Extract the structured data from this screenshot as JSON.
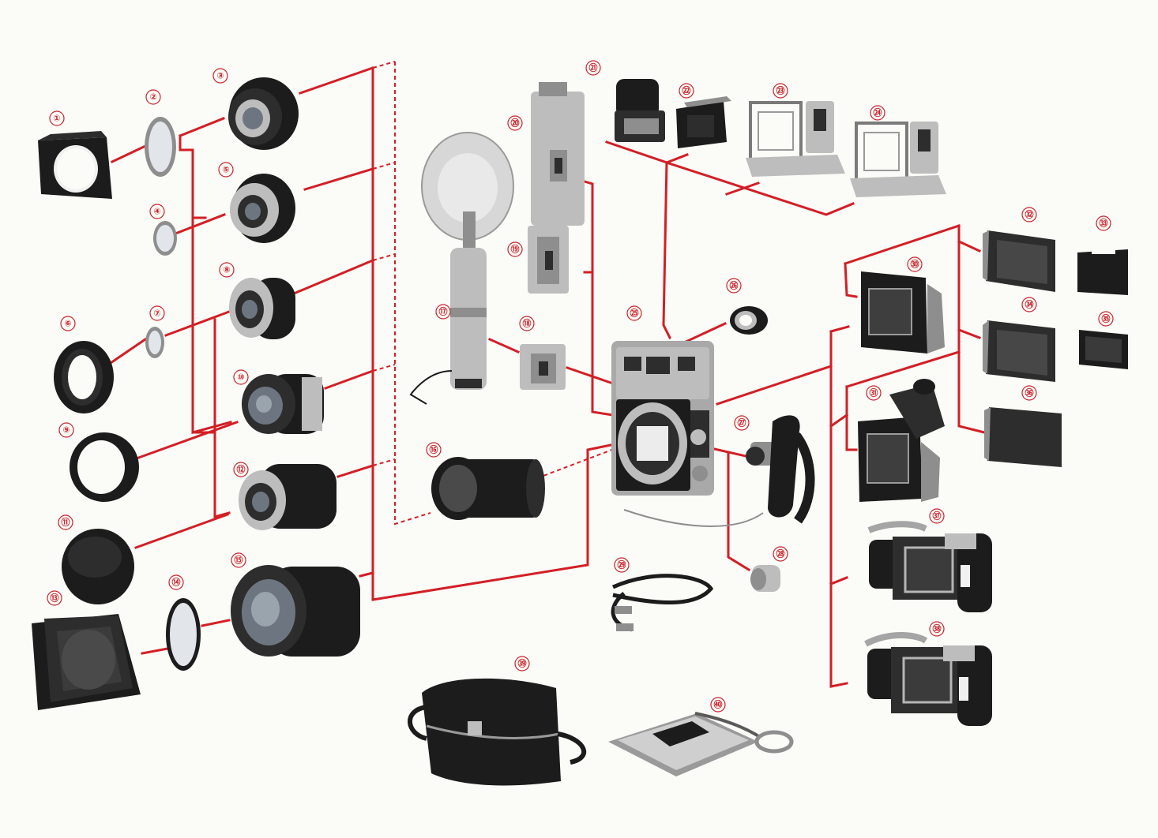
{
  "diagram": {
    "parts": [
      {
        "id": "1",
        "label": "①",
        "icon": "lens-hood-square"
      },
      {
        "id": "2",
        "label": "②",
        "icon": "filter-ring"
      },
      {
        "id": "3",
        "label": "③",
        "icon": "lens"
      },
      {
        "id": "4",
        "label": "④",
        "icon": "filter-ring"
      },
      {
        "id": "5",
        "label": "⑤",
        "icon": "lens"
      },
      {
        "id": "6",
        "label": "⑥",
        "icon": "lens-hood"
      },
      {
        "id": "7",
        "label": "⑦",
        "icon": "filter-ring"
      },
      {
        "id": "8",
        "label": "⑧",
        "icon": "lens"
      },
      {
        "id": "9",
        "label": "⑨",
        "icon": "lens-hood"
      },
      {
        "id": "10",
        "label": "⑩",
        "icon": "lens"
      },
      {
        "id": "11",
        "label": "⑪",
        "icon": "lens-hood"
      },
      {
        "id": "12",
        "label": "⑫",
        "icon": "lens"
      },
      {
        "id": "13",
        "label": "⑬",
        "icon": "lens-hood-square"
      },
      {
        "id": "14",
        "label": "⑭",
        "icon": "filter-ring"
      },
      {
        "id": "15",
        "label": "⑮",
        "icon": "lens-wide"
      },
      {
        "id": "16",
        "label": "⑯",
        "icon": "extension-tube"
      },
      {
        "id": "17",
        "label": "⑰",
        "icon": "flash-gun"
      },
      {
        "id": "18",
        "label": "⑱",
        "icon": "flash-bracket"
      },
      {
        "id": "19",
        "label": "⑲",
        "icon": "flash-bracket"
      },
      {
        "id": "20",
        "label": "⑳",
        "icon": "flash-bracket-long"
      },
      {
        "id": "21",
        "label": "㉑",
        "icon": "viewfinder"
      },
      {
        "id": "22",
        "label": "㉒",
        "icon": "viewfinder"
      },
      {
        "id": "23",
        "label": "㉓",
        "icon": "frame-finder"
      },
      {
        "id": "24",
        "label": "㉔",
        "icon": "frame-finder"
      },
      {
        "id": "25",
        "label": "㉕",
        "icon": "camera-body"
      },
      {
        "id": "26",
        "label": "㉖",
        "icon": "eyecup"
      },
      {
        "id": "27",
        "label": "㉗",
        "icon": "pistol-grip"
      },
      {
        "id": "28",
        "label": "㉘",
        "icon": "cable-release-knob"
      },
      {
        "id": "29",
        "label": "㉙",
        "icon": "neck-strap"
      },
      {
        "id": "30",
        "label": "㉚",
        "icon": "film-back"
      },
      {
        "id": "31",
        "label": "㉛",
        "icon": "film-back-finder"
      },
      {
        "id": "32",
        "label": "㉜",
        "icon": "film-holder"
      },
      {
        "id": "33",
        "label": "㉝",
        "icon": "dark-slide"
      },
      {
        "id": "34",
        "label": "㉞",
        "icon": "film-holder"
      },
      {
        "id": "35",
        "label": "㉟",
        "icon": "dark-slide"
      },
      {
        "id": "36",
        "label": "㊱",
        "icon": "film-holder"
      },
      {
        "id": "37",
        "label": "㊲",
        "icon": "roll-film-back"
      },
      {
        "id": "38",
        "label": "㊳",
        "icon": "roll-film-back"
      },
      {
        "id": "39",
        "label": "㊴",
        "icon": "camera-case"
      },
      {
        "id": "40",
        "label": "㊵",
        "icon": "film-cutter"
      }
    ]
  },
  "colors": {
    "line": "#d21f26",
    "badge": "#c8242b",
    "paper": "#fbfbf7",
    "black": "#1c1c1c",
    "metal": "#bdbdbd"
  }
}
